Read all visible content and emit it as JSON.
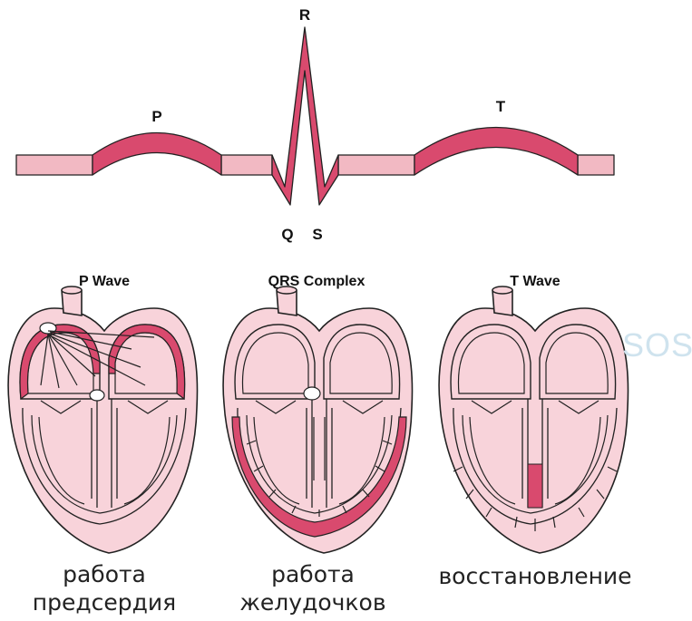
{
  "ecg": {
    "labels": {
      "p": "P",
      "q": "Q",
      "r": "R",
      "s": "S",
      "t": "T"
    }
  },
  "panels": [
    {
      "title": "P Wave",
      "caption_line1": "работа",
      "caption_line2": "предсердия"
    },
    {
      "title": "QRS Complex",
      "caption_line1": "работа",
      "caption_line2": "желудочков"
    },
    {
      "title": "T Wave",
      "caption_line1": "восстановление",
      "caption_line2": ""
    }
  ],
  "watermark": {
    "text": "SOS"
  },
  "colors": {
    "accent": "#d94a6e",
    "light_pink": "#f8d3da",
    "segment_pink": "#f2b9c3",
    "outline": "#222222",
    "watermark": "#cfe3ee"
  }
}
